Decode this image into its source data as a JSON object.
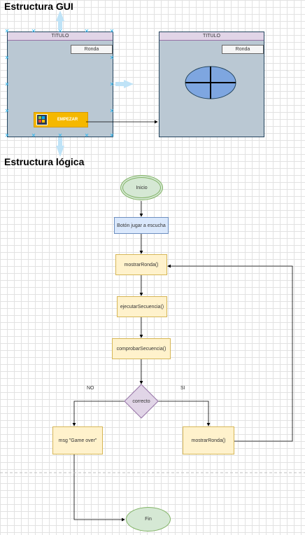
{
  "headings": {
    "gui": "Estructura GUI",
    "logic": "Estructura lógica"
  },
  "gui": {
    "window1": {
      "title": "TITULO",
      "ronda": "Ronda",
      "button": "EMPEZAR"
    },
    "window2": {
      "title": "TITULO",
      "ronda": "Ronda"
    }
  },
  "flow": {
    "start": "Inicio",
    "listen": "Botón jugar a escucha",
    "show_round": "mostrarRonda()",
    "execute": "ejecutarSecuencia()",
    "check": "comprobarSecuencia()",
    "decision": "correcto",
    "no_label": "NO",
    "yes_label": "SI",
    "game_over": "msg \"Game over\"",
    "show_round_2": "mostrarRonda()",
    "end": "Fin"
  },
  "colors": {
    "window": "#bac8d3",
    "title_bar": "#e1d5e7",
    "process": "#fff2cc",
    "listener": "#dae8fc",
    "terminal": "#d5e8d4",
    "button": "#f5b800",
    "selection": "#29b6f2"
  }
}
